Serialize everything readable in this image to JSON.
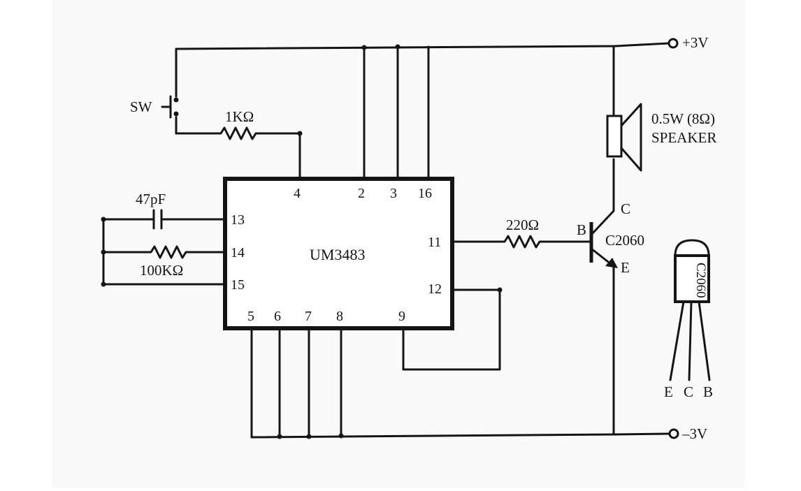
{
  "circuit": {
    "power": {
      "positive": "+3V",
      "negative": "–3V"
    },
    "switch": {
      "label": "SW"
    },
    "resistors": {
      "r_switch": "1KΩ",
      "r_osc": "100KΩ",
      "r_base": "220Ω"
    },
    "capacitor": {
      "label": "47pF"
    },
    "ic": {
      "name": "UM3483",
      "pins": {
        "p2": "2",
        "p3": "3",
        "p4": "4",
        "p5": "5",
        "p6": "6",
        "p7": "7",
        "p8": "8",
        "p9": "9",
        "p11": "11",
        "p12": "12",
        "p13": "13",
        "p14": "14",
        "p15": "15",
        "p16": "16"
      }
    },
    "speaker": {
      "rating": "0.5W (8Ω)",
      "label": "SPEAKER"
    },
    "transistor": {
      "name": "C2060",
      "terminals": {
        "base": "B",
        "collector": "C",
        "emitter": "E"
      },
      "package_marking": "C2060",
      "package_legs": {
        "left": "E",
        "middle": "C",
        "right": "B"
      }
    }
  }
}
